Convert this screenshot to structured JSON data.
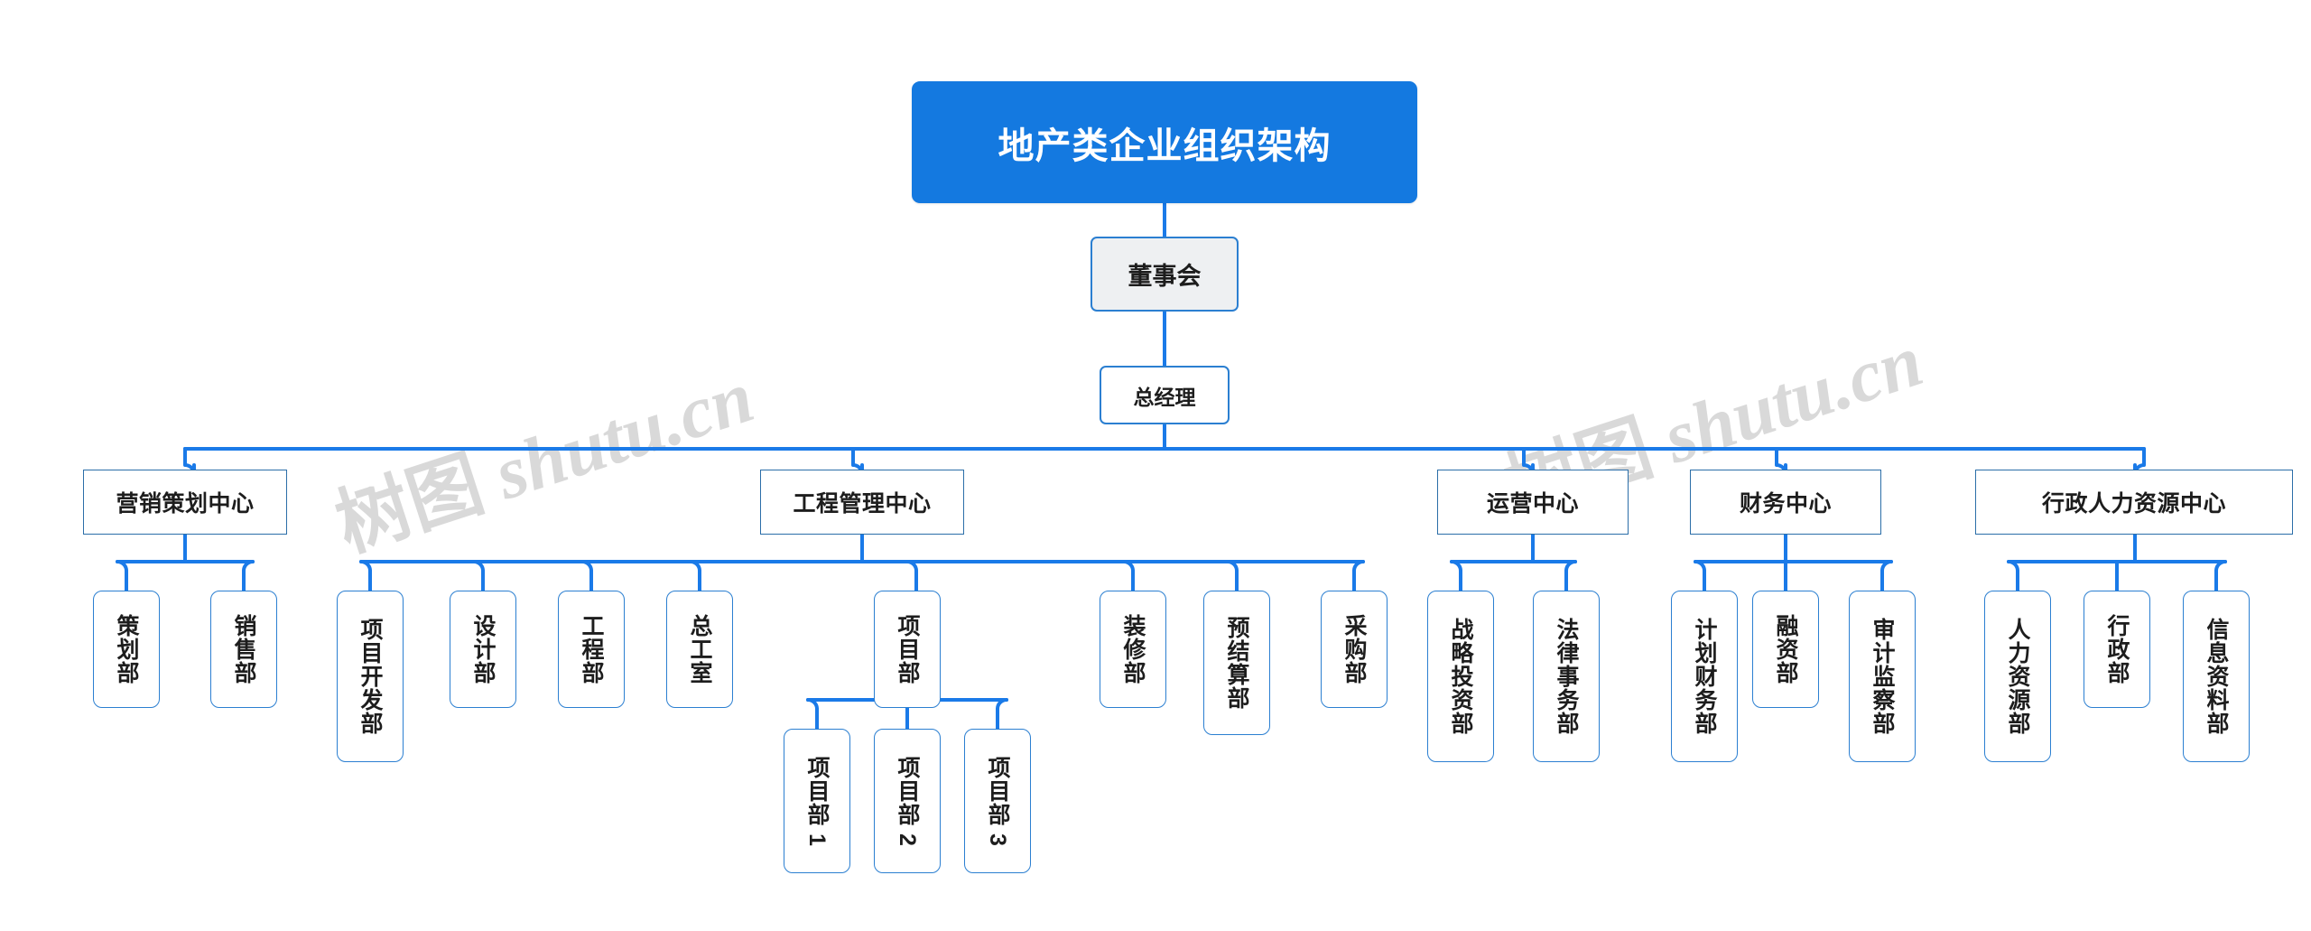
{
  "title": "地产类企业组织架构",
  "watermark": {
    "cjk": "树图",
    "latin": "shutu.cn"
  },
  "colors": {
    "title_fill": "#1479e0",
    "title_text": "#ffffff",
    "board_fill": "#eef0f2",
    "node_fill": "#ffffff",
    "link_stroke": "#1a7ae8",
    "center_border": "#2b6ea8",
    "dept_border": "#2b7fd1",
    "text": "#1d1d1d",
    "watermark": "#d9d9d9",
    "background": "#ffffff"
  },
  "chain": {
    "board": "董事会",
    "general_manager": "总经理"
  },
  "centers": [
    {
      "id": "marketing",
      "label": "营销策划中心",
      "departments": [
        {
          "label": "策划部"
        },
        {
          "label": "销售部"
        }
      ]
    },
    {
      "id": "engineering",
      "label": "工程管理中心",
      "departments": [
        {
          "label": "项目开发部"
        },
        {
          "label": "设计部"
        },
        {
          "label": "工程部"
        },
        {
          "label": "总工室"
        },
        {
          "label": "项目部",
          "children": [
            {
              "label": "项目部 1"
            },
            {
              "label": "项目部 2"
            },
            {
              "label": "项目部 3"
            }
          ]
        },
        {
          "label": "装修部"
        },
        {
          "label": "预结算部"
        },
        {
          "label": "采购部"
        }
      ]
    },
    {
      "id": "operations",
      "label": "运营中心",
      "departments": [
        {
          "label": "战略投资部"
        },
        {
          "label": "法律事务部"
        }
      ]
    },
    {
      "id": "finance",
      "label": "财务中心",
      "departments": [
        {
          "label": "计划财务部"
        },
        {
          "label": "融资部"
        },
        {
          "label": "审计监察部"
        }
      ]
    },
    {
      "id": "admin-hr",
      "label": "行政人力资源中心",
      "departments": [
        {
          "label": "人力资源部"
        },
        {
          "label": "行政部"
        },
        {
          "label": "信息资料部"
        }
      ]
    }
  ]
}
